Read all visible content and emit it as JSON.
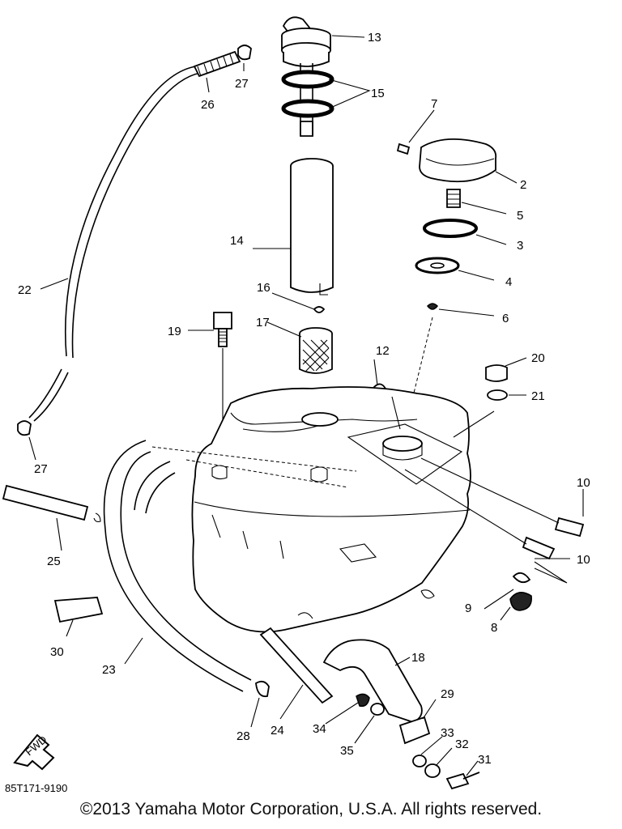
{
  "diagram": {
    "drawing_code": "85T171-9190",
    "copyright": "©2013 Yamaha Motor Corporation, U.S.A. All rights reserved.",
    "fwd_label": "FWD",
    "callouts": [
      "13",
      "15",
      "27",
      "26",
      "7",
      "2",
      "5",
      "3",
      "14",
      "4",
      "16",
      "6",
      "22",
      "19",
      "17",
      "12",
      "20",
      "21",
      "27",
      "10",
      "10",
      "25",
      "9",
      "8",
      "30",
      "23",
      "18",
      "29",
      "28",
      "24",
      "34",
      "33",
      "32",
      "35",
      "31"
    ]
  }
}
